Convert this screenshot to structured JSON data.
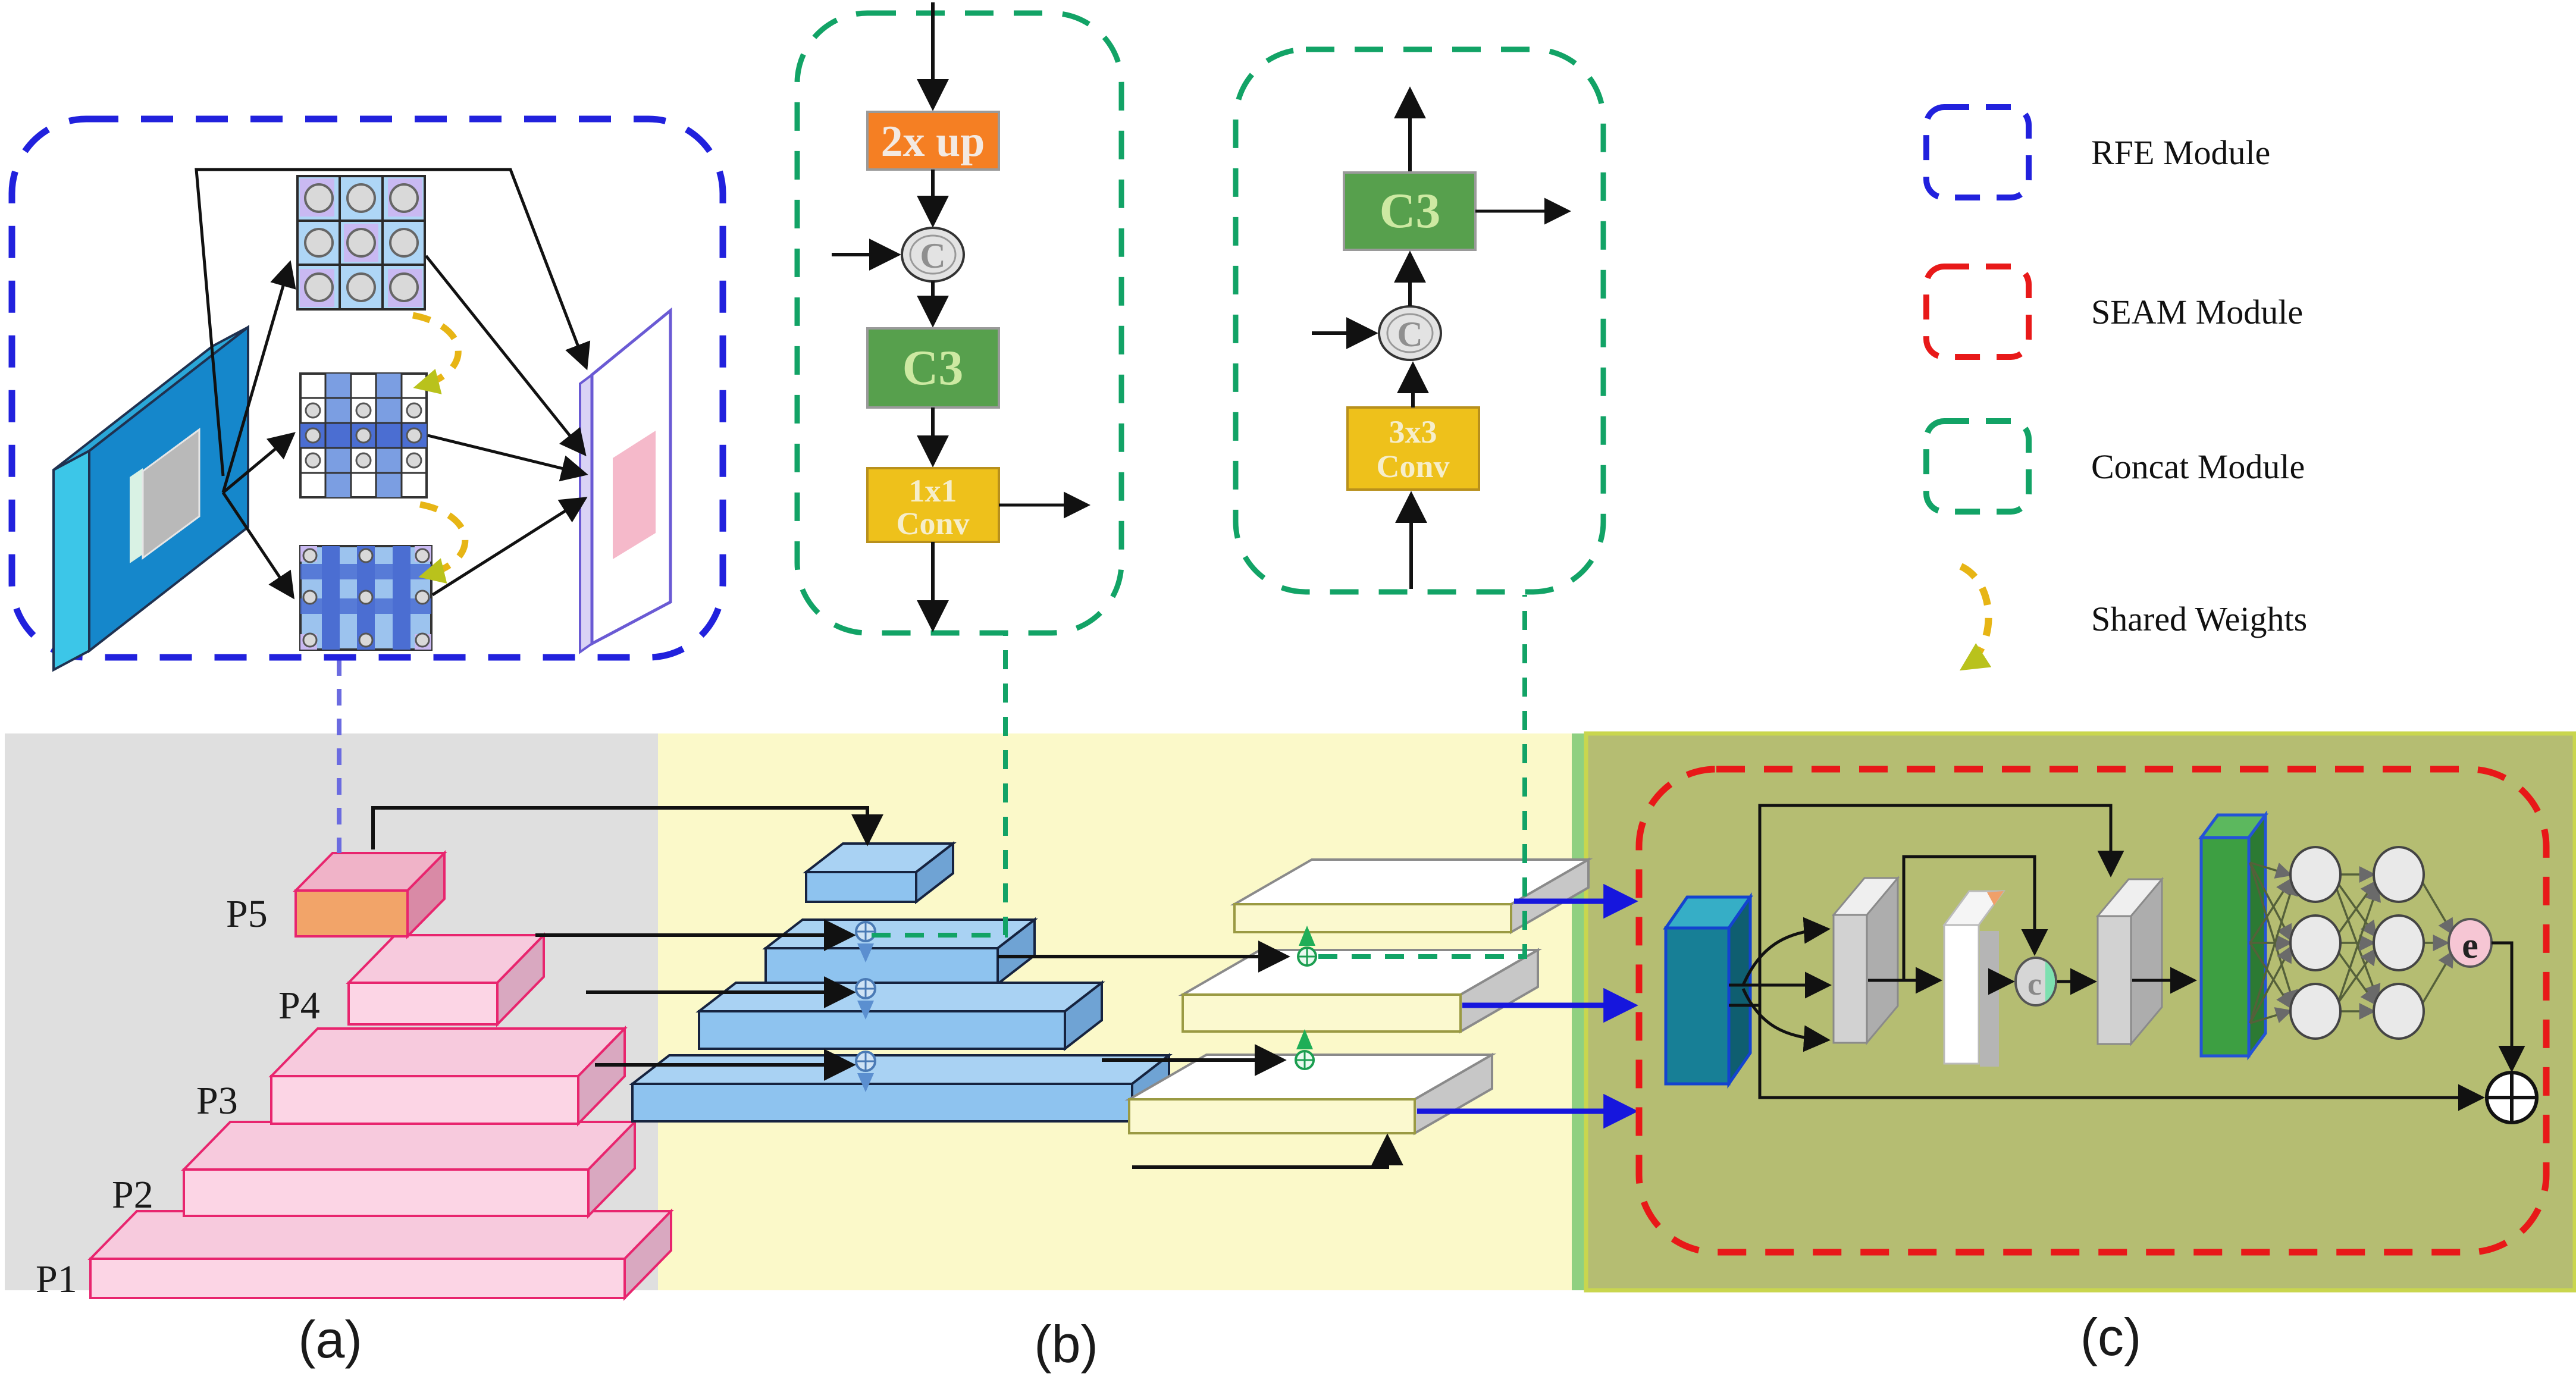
{
  "legend": {
    "items": [
      {
        "label": "RFE Module",
        "color": "#2121dd"
      },
      {
        "label": "SEAM Module",
        "color": "#e81919"
      },
      {
        "label": "Concat Module",
        "color": "#12a366"
      },
      {
        "label": "Shared Weights",
        "color": "#e7b515"
      }
    ]
  },
  "concat_module_1": {
    "upsample": "2x up",
    "concat": "C",
    "c3": "C3",
    "conv_line1": "1x1",
    "conv_line2": "Conv"
  },
  "concat_module_2": {
    "c3": "C3",
    "concat": "C",
    "conv_line1": "3x3",
    "conv_line2": "Conv"
  },
  "pyramid_a": {
    "levels": [
      "P1",
      "P2",
      "P3",
      "P4",
      "P5"
    ]
  },
  "section_labels": {
    "a": "(a)",
    "b": "(b)",
    "c": "(c)"
  },
  "seam_module": {
    "concat": "c",
    "excitation": "e"
  },
  "colors": {
    "rfe_border": "#2121dd",
    "seam_border": "#e81919",
    "concat_border": "#12a366",
    "shared_weights": "#e7b515",
    "panel_a": "#dfdfdf",
    "panel_b": "#fbf9c9",
    "panel_c": "#b5bd72",
    "upsample_box": "#f57f23",
    "c3_box": "#57a04d",
    "conv_box": "#eec11b"
  }
}
